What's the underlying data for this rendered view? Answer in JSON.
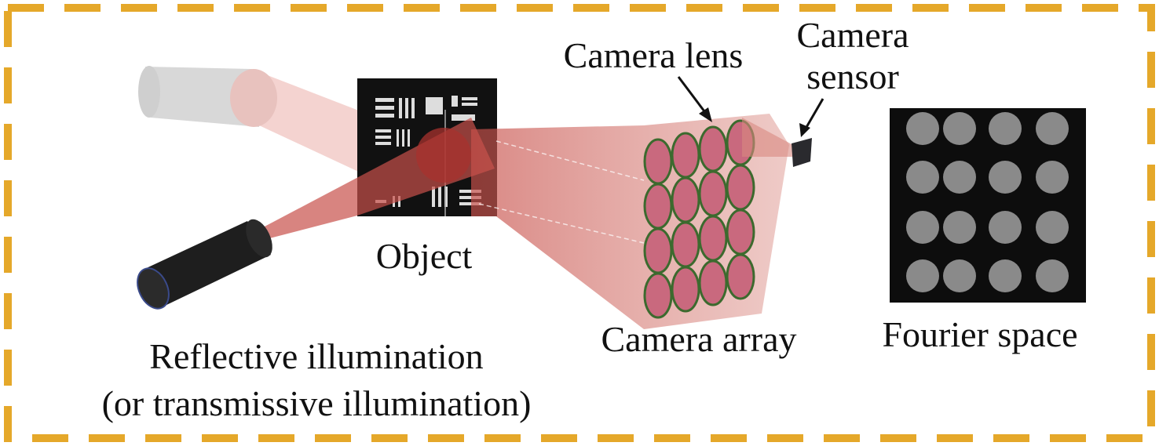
{
  "labels": {
    "camera_lens": "Camera lens",
    "camera_sensor_line1": "Camera",
    "camera_sensor_line2": "sensor",
    "object": "Object",
    "camera_array": "Camera array",
    "fourier_space": "Fourier space",
    "illumination_line1": "Reflective illumination",
    "illumination_line2": "(or transmissive illumination)"
  },
  "colors": {
    "border": "#E5A82A",
    "beam": "#C8504A",
    "lens_fill": "#C9697E",
    "lens_rim": "#3C6A2E",
    "fourier_circle": "#8A8A8A"
  },
  "grid": {
    "rows": 4,
    "cols": 4
  }
}
